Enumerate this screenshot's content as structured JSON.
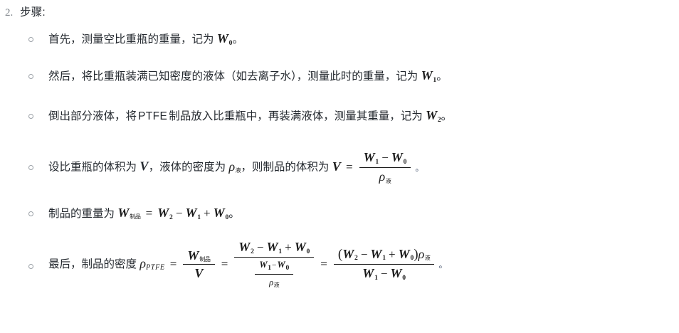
{
  "document": {
    "background_color": "#ffffff",
    "text_color": "#24292f",
    "marker_color": "#7a8087",
    "section": {
      "number": "2.",
      "title": "步骤:"
    },
    "steps": [
      {
        "id": "step-measure-empty",
        "text_before": "首先，测量空比重瓶的重量，记为",
        "math": "W_0",
        "math_parts": {
          "var": "W",
          "sub": "0"
        },
        "text_after": "。"
      },
      {
        "id": "step-fill-liquid",
        "text_before": "然后，将比重瓶装满已知密度的液体（如去离子水），测量此时的重量，记为",
        "math": "W_1",
        "math_parts": {
          "var": "W",
          "sub": "1"
        },
        "text_after": "。"
      },
      {
        "id": "step-insert-ptfe",
        "text_before_1": "倒出部分液体，将",
        "latin": "PTFE",
        "text_before_2": "制品放入比重瓶中，再装满液体，测量其重量，记为",
        "math": "W_2",
        "math_parts": {
          "var": "W",
          "sub": "2"
        },
        "text_after": "。"
      },
      {
        "id": "step-volume",
        "text_1": "设比重瓶的体积为",
        "var_v": "V",
        "text_2": "，液体的密度为",
        "rho_liquid": "ρ",
        "rho_liquid_sub": "液",
        "text_3": "，则制品的体积为",
        "formula": {
          "lhs": "V",
          "equals": "=",
          "numerator": {
            "a": "W",
            "a_sub": "1",
            "op": "−",
            "b": "W",
            "b_sub": "0"
          },
          "denominator": {
            "rho": "ρ",
            "rho_sub": "液"
          }
        },
        "text_after": "。"
      },
      {
        "id": "step-weight",
        "text_1": "制品的重量为",
        "formula": {
          "lhs_var": "W",
          "lhs_sub": "制品",
          "equals": "=",
          "t1": "W",
          "t1_sub": "2",
          "op1": "−",
          "t2": "W",
          "t2_sub": "1",
          "op2": "+",
          "t3": "W",
          "t3_sub": "0"
        },
        "text_after": "。"
      },
      {
        "id": "step-density",
        "text_1": "最后，制品的密度",
        "formula": {
          "lhs_rho": "ρ",
          "lhs_sub": "PTFE",
          "equals_1": "=",
          "frac1": {
            "num_var": "W",
            "num_sub": "制品",
            "den_var": "V"
          },
          "equals_2": "=",
          "frac2": {
            "num": {
              "t1": "W",
              "t1_sub": "2",
              "op1": "−",
              "t2": "W",
              "t2_sub": "1",
              "op2": "+",
              "t3": "W",
              "t3_sub": "0"
            },
            "den_frac": {
              "num": {
                "a": "W",
                "a_sub": "1",
                "op": "−",
                "b": "W",
                "b_sub": "0"
              },
              "den": {
                "rho": "ρ",
                "rho_sub": "液"
              }
            }
          },
          "equals_3": "=",
          "frac3": {
            "num": {
              "open": "(",
              "t1": "W",
              "t1_sub": "2",
              "op1": "−",
              "t2": "W",
              "t2_sub": "1",
              "op2": "+",
              "t3": "W",
              "t3_sub": "0",
              "close": ")",
              "rho": "ρ",
              "rho_sub": "液"
            },
            "den": {
              "a": "W",
              "a_sub": "1",
              "op": "−",
              "b": "W",
              "b_sub": "0"
            }
          }
        },
        "text_after": "。"
      }
    ]
  }
}
